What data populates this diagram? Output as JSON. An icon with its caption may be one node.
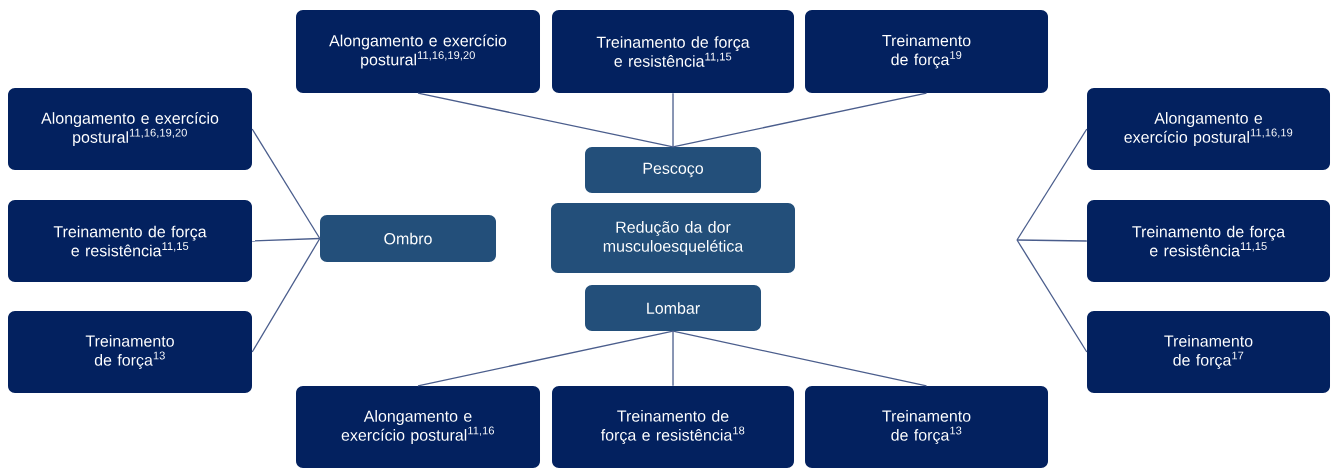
{
  "diagram": {
    "nodes": [
      {
        "text": [
          "Pescoço"
        ]
      },
      {
        "text": [
          "Redução da dor musculoesquelética"
        ]
      },
      {
        "text": [
          "Lombar"
        ]
      },
      {
        "text": [
          "Ombro"
        ]
      },
      {
        "text": [
          "Alongamento e exercício postural$^{11,16,19,20}$"
        ]
      },
      {
        "text": [
          "Treinamento de força e resistência$^{11,15}$"
        ]
      },
      {
        "text": [
          "Treinamento de força$^{19}$"
        ]
      },
      {
        "text": [
          "Alongamento e exercício postural$^{11,16,19,20}$"
        ]
      },
      {
        "text": [
          "Treinamento de força e resistência$^{11,15}$"
        ]
      },
      {
        "text": [
          "Treinamento de força$^{13}$"
        ]
      },
      {
        "text": [
          "Alongamento e exercício postural$^{11,16,19}$"
        ]
      },
      {
        "text": [
          "Treinamento de força e resistência$^{11,15}$"
        ]
      },
      {
        "text": [
          "Treinamento de força$^{17}$"
        ]
      },
      {
        "text": [
          "Alongamento e exercício postural$^{11,16}$"
        ]
      },
      {
        "text": [
          "Treinamento de força e resistência$^{18}$"
        ]
      },
      {
        "text": [
          "Treinamento de força$^{13}$"
        ]
      }
    ],
    "edges": [
      {
        "from": 0,
        "to": 4,
        "arrow": "none"
      },
      {
        "from": 0,
        "to": 5,
        "arrow": "none"
      },
      {
        "from": 0,
        "to": 6,
        "arrow": "none"
      },
      {
        "from": 3,
        "to": 7,
        "arrow": "none"
      },
      {
        "from": 3,
        "to": 8,
        "arrow": "none"
      },
      {
        "from": 3,
        "to": 9,
        "arrow": "none"
      },
      {
        "from": null,
        "to": 10,
        "arrow": "none"
      },
      {
        "from": null,
        "to": 11,
        "arrow": "none"
      },
      {
        "from": null,
        "to": 12,
        "arrow": "none"
      },
      {
        "from": 2,
        "to": 13,
        "arrow": "none"
      },
      {
        "from": 2,
        "to": 14,
        "arrow": "none"
      },
      {
        "from": 2,
        "to": 15,
        "arrow": "none"
      }
    ]
  }
}
